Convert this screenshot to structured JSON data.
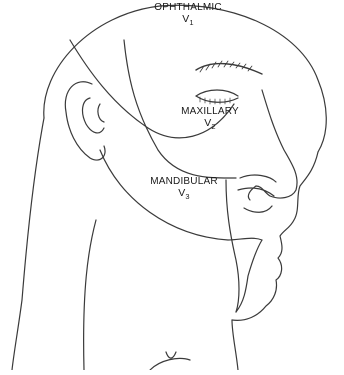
{
  "regions": [
    {
      "name": "OPHTHALMIC",
      "symbol": "V",
      "index": "1"
    },
    {
      "name": "MAXILLARY",
      "symbol": "V",
      "index": "2"
    },
    {
      "name": "MANDIBULAR",
      "symbol": "V",
      "index": "3"
    }
  ],
  "colors": {
    "line": "#3a3a3a",
    "text": "#1a1a1a",
    "background": "#ffffff"
  }
}
